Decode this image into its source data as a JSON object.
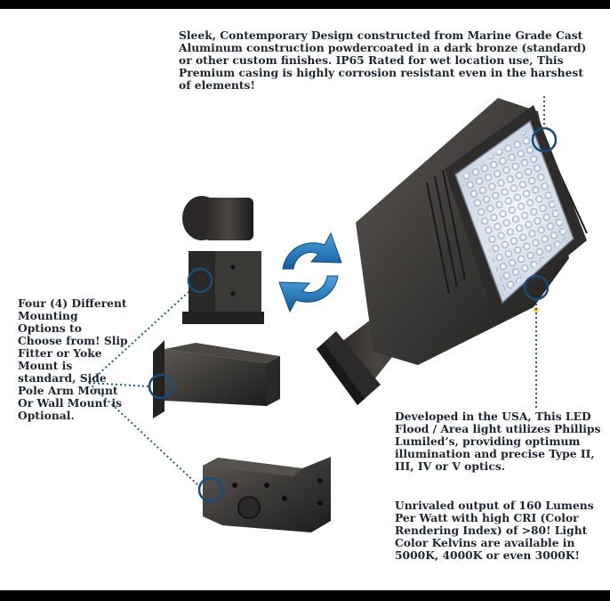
{
  "callouts": {
    "casing": "Sleek, Contemporary Design constructed from Marine Grade Cast Aluminum construction powdercoated in a dark bronze (standard) or other custom finishes. IP65 Rated for wet location use, This Premium casing is highly corrosion resistant even in the harshest of elements!",
    "mounting": "Four (4) Different Mounting Options to Choose from! Slip Fitter or Yoke Mount is standard, Side Pole Arm Mount Or Wall Mount is Optional.",
    "led": "Developed in the USA, This LED Flood / Area light utilizes Phillips Lumiled’s, providing optimum illumination and precise Type II, III, IV or V optics.",
    "output": "Unrivaled output of 160 Lumens Per Watt with high CRI (Color Rendering Index) of >80! Light Color Kelvins are available in 5000K, 4000K or even 3000K!"
  },
  "colors": {
    "bronze": "#3a3835",
    "bronze_dark": "#242220",
    "led_panel": "#dfe6f0",
    "led_dot": "#f4f8ff",
    "accent_blue": "#1f6fb3",
    "callout_ring": "#174d7a",
    "text": "#1c2530"
  },
  "icons": [
    "refresh-arrows-icon",
    "callout-circle-icon"
  ]
}
